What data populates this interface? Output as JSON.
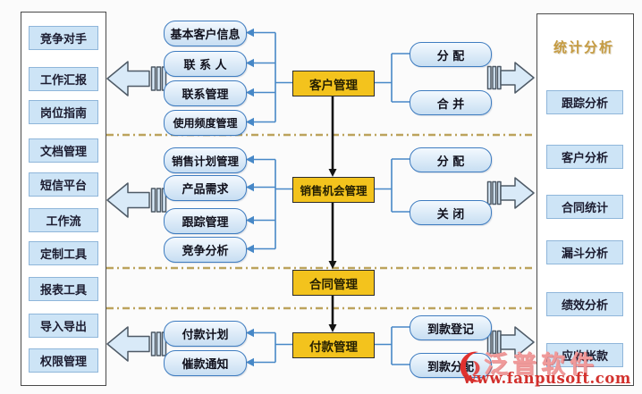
{
  "colors": {
    "page_bg": "#fbfbfb",
    "panel_border": "#4a4a4a",
    "item_fill": "#cde4f6",
    "item_border": "#8fb6da",
    "rounded_fill_top": "#f3f9fe",
    "rounded_fill_bottom": "#c7def2",
    "rounded_border": "#3e7cc0",
    "yellow_fill": "#f3c31d",
    "yellow_border": "#2b2b2b",
    "connector_blue": "#4788c7",
    "dash_tan": "#bca35c",
    "black_arrow": "#141414",
    "block_arrow_fill": "#d9eaf8",
    "block_arrow_border": "#4e5a66",
    "title_gold": "#c59b42",
    "watermark_red": "#d2302c",
    "watermark_pink": "#f09a9a"
  },
  "left_panel": {
    "items": [
      "竞争对手",
      "工作汇报",
      "岗位指南",
      "文档管理",
      "短信平台",
      "工作流",
      "定制工具",
      "报表工具",
      "导入导出",
      "权限管理"
    ]
  },
  "center": {
    "nodes": [
      "客户管理",
      "销售机会管理",
      "合同管理",
      "付款管理"
    ]
  },
  "details": {
    "customer": [
      "基本客户信息",
      "联 系 人",
      "联系管理",
      "使用频度管理"
    ],
    "sales": [
      "销售计划管理",
      "产品需求",
      "跟踪管理",
      "竞争分析"
    ],
    "payment": [
      "付款计划",
      "催款通知"
    ]
  },
  "actions": {
    "customer": [
      "分 配",
      "合 并"
    ],
    "sales": [
      "分 配",
      "关 闭"
    ],
    "payment": [
      "到款登记",
      "到款分配"
    ]
  },
  "right_panel": {
    "title": "统计分析",
    "items": [
      "跟踪分析",
      "客户分析",
      "合同统计",
      "漏斗分析",
      "绩效分析",
      "应收帐款"
    ]
  },
  "watermark": {
    "brand": "泛普软件",
    "url": "www.fanpusoft.com"
  }
}
